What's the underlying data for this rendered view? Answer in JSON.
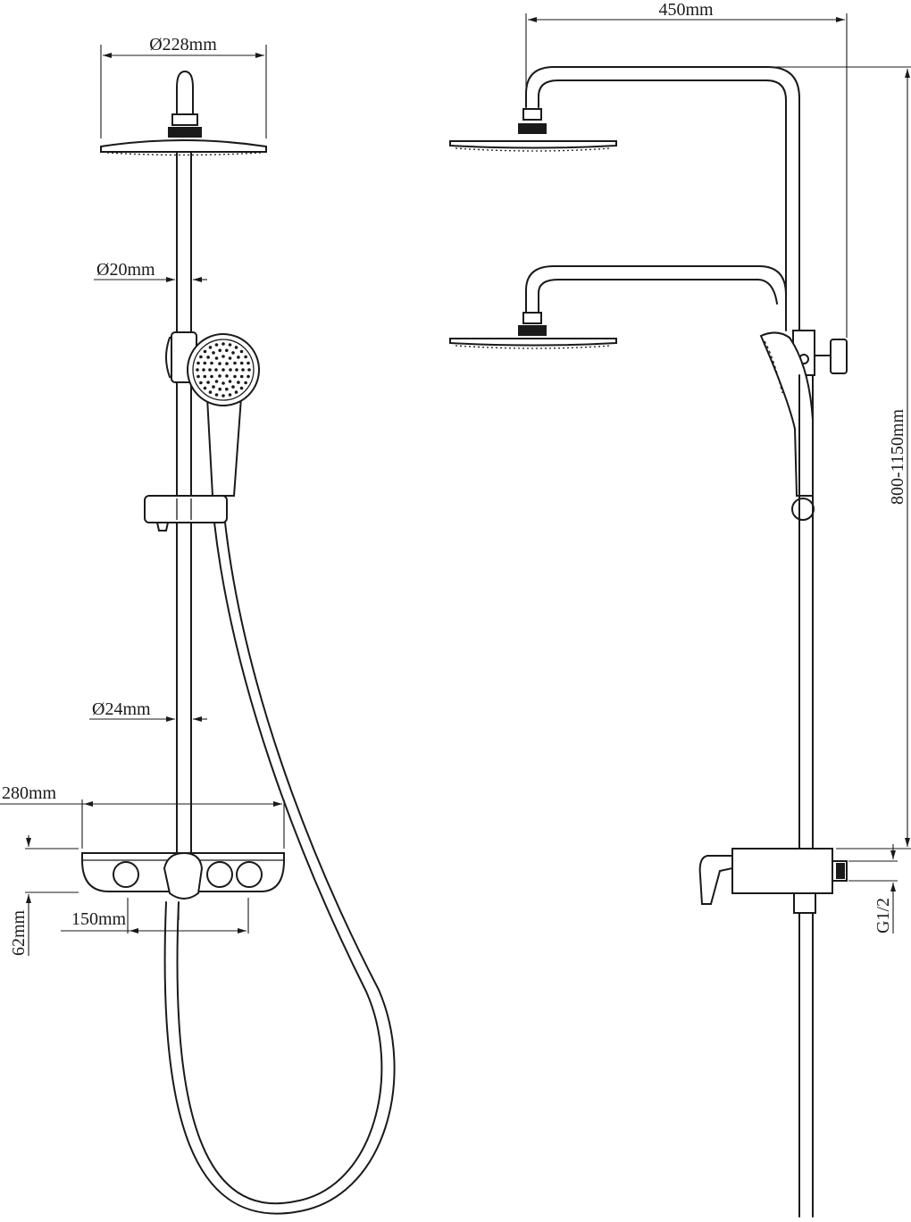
{
  "labels": {
    "head_diameter": "Ø228mm",
    "upper_pipe_diameter": "Ø20mm",
    "lower_pipe_diameter": "Ø24mm",
    "shelf_width": "280mm",
    "mixer_height": "62mm",
    "inlet_spacing": "150mm",
    "arm_reach": "450mm",
    "height_range": "800-1150mm",
    "inlet_thread": "G1/2"
  },
  "colors": {
    "line": "#1a1a1a",
    "background": "#ffffff"
  }
}
